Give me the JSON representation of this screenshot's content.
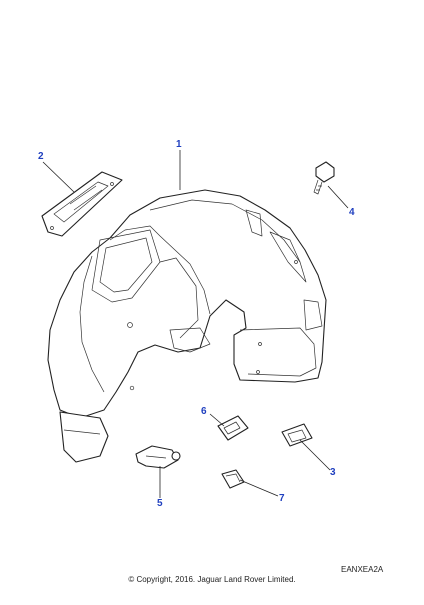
{
  "callouts": {
    "c1": "1",
    "c2": "2",
    "c3": "3",
    "c4": "4",
    "c5": "5",
    "c6": "6",
    "c7": "7"
  },
  "illustration_code": "EANXEA2A",
  "copyright": "© Copyright, 2016. Jaguar Land Rover Limited.",
  "colors": {
    "callout": "#1f3fbf",
    "line": "#222222"
  }
}
